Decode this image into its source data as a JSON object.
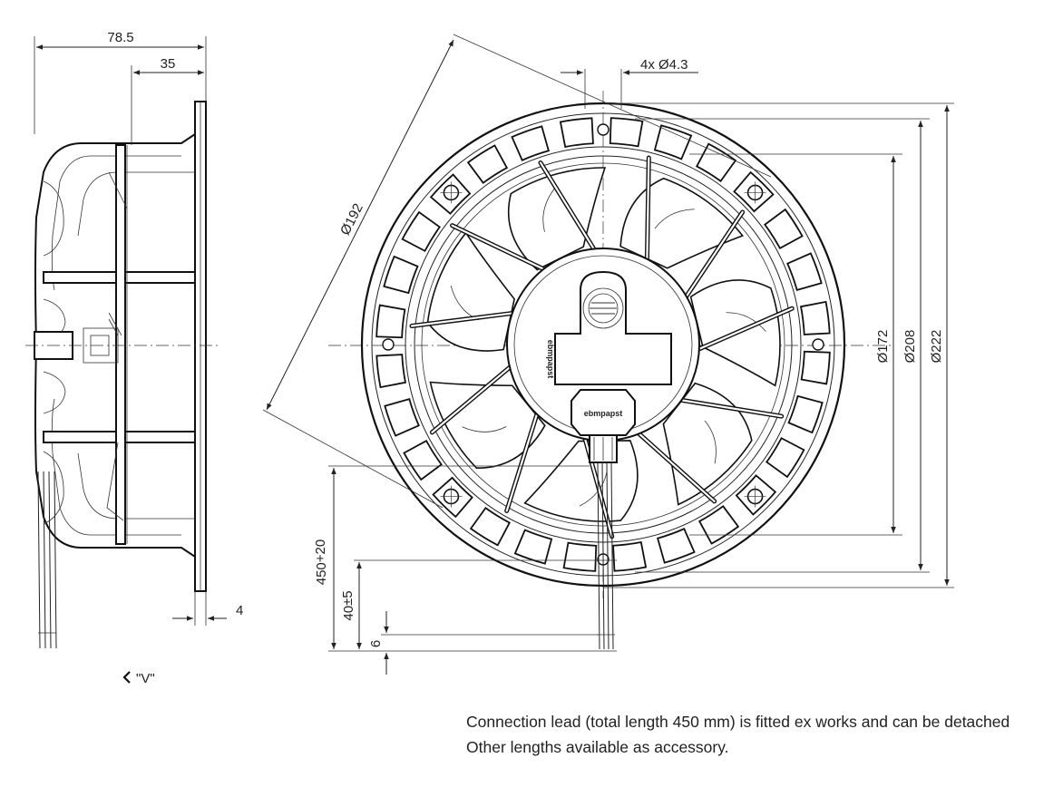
{
  "dimensions": {
    "overall_depth": "78.5",
    "motor_depth": "35",
    "flange_thickness": "4",
    "hole_callout": "4x Ø4.3",
    "diameter_192": "Ø192",
    "diameter_172": "Ø172",
    "diameter_208": "Ø208",
    "diameter_222": "Ø222",
    "lead_length_main": "450",
    "lead_length_tol": "+20",
    "strip_length_main": "40",
    "strip_length_tol": "±5",
    "wire_end": "6"
  },
  "view_label": "\"V\"",
  "brand_mark": "ebmpapst",
  "note": {
    "line1": "Connection lead (total length 450 mm) is fitted ex works and can be detached",
    "line2": "Other lengths available as accessory."
  }
}
